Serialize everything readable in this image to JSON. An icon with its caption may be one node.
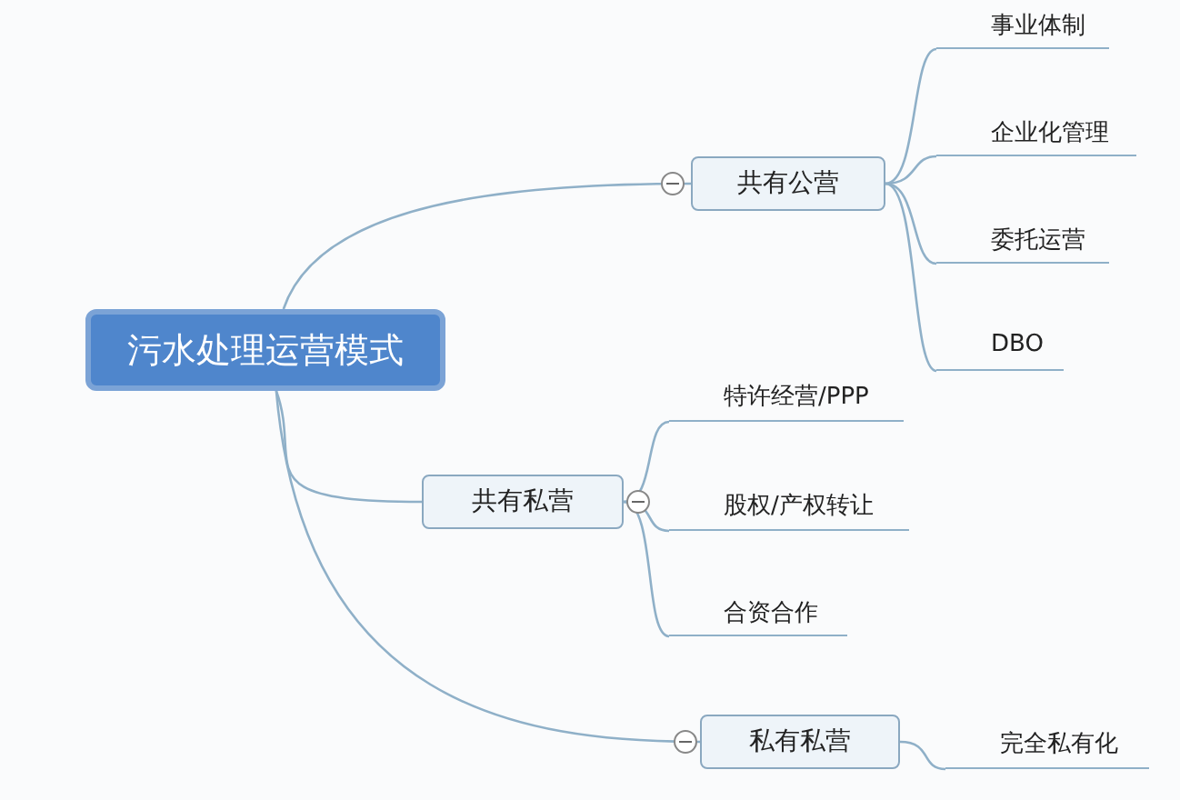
{
  "diagram": {
    "nodes": [
      {
        "text": [
          "污水处理运营模式"
        ]
      },
      {
        "text": [
          "共有公营"
        ]
      },
      {
        "text": [
          "事业体制"
        ]
      },
      {
        "text": [
          "企业化管理"
        ]
      },
      {
        "text": [
          "委托运营"
        ]
      },
      {
        "text": [
          "DBO"
        ]
      },
      {
        "text": [
          "共有私营"
        ]
      },
      {
        "text": [
          "特许经营/PPP"
        ]
      },
      {
        "text": [
          "股权/产权转让"
        ]
      },
      {
        "text": [
          "合资合作"
        ]
      },
      {
        "text": [
          "私有私营"
        ]
      },
      {
        "text": [
          "完全私有化"
        ]
      }
    ],
    "edges": [
      {
        "from": 0,
        "to": 1,
        "arrow": "none"
      },
      {
        "from": 0,
        "to": 6,
        "arrow": "none"
      },
      {
        "from": 0,
        "to": 10,
        "arrow": "none"
      },
      {
        "from": 1,
        "to": 2,
        "arrow": "none"
      },
      {
        "from": 1,
        "to": 3,
        "arrow": "none"
      },
      {
        "from": 1,
        "to": 4,
        "arrow": "none"
      },
      {
        "from": 1,
        "to": 5,
        "arrow": "none"
      },
      {
        "from": 6,
        "to": 7,
        "arrow": "none"
      },
      {
        "from": 6,
        "to": 8,
        "arrow": "none"
      },
      {
        "from": 6,
        "to": 9,
        "arrow": "none"
      },
      {
        "from": 10,
        "to": 11,
        "arrow": "none"
      }
    ]
  }
}
